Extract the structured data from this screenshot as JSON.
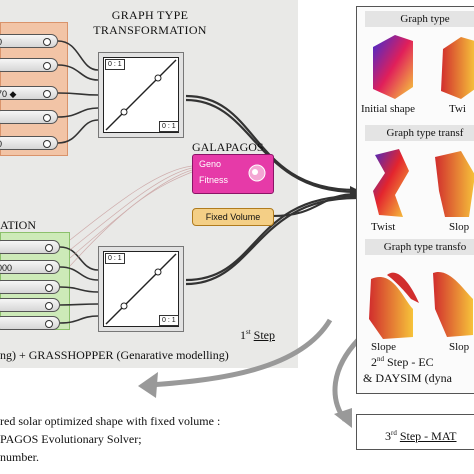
{
  "canvas": {
    "graph_type_title_line1": "GRAPH TYPE",
    "graph_type_title_line2": "TRANSFORMATION",
    "orange_sliders": [
      "0",
      "",
      "70 ◆",
      "",
      "0"
    ],
    "green_group_heading": "ATION",
    "green_sliders": [
      "",
      "000",
      "",
      "",
      ""
    ],
    "graph_top_label": "0 : 1",
    "graph_bottom_label": "0 : 1",
    "galapagos_title": "GALAPAGOS",
    "galapagos_genome": "Geno",
    "galapagos_fitness": "Fitness",
    "fixed_volume_label": "Fixed Volume",
    "step1_number": "1",
    "step1_superscript": "st",
    "step1_word": "Step",
    "bottom_caption": "ng) + GRASSHOPPER (Genarative modelling)"
  },
  "right_panel": {
    "section1_header": "Graph type",
    "section1_captions": [
      "Initial shape",
      "Twi"
    ],
    "section2_header": "Graph type transf",
    "section2_captions": [
      "Twist",
      "Slop"
    ],
    "section3_header": "Graph type transfo",
    "section3_captions": [
      "Slope",
      "Slop"
    ],
    "step2_number": "2",
    "step2_superscript": "nd",
    "step2_text": "Step - EC",
    "step2_line2": "& DAYSIM (dyna"
  },
  "bottom_notes": {
    "line1": "red solar optimized shape with fixed volume :",
    "line2": "PAGOS  Evolutionary Solver;",
    "line3": "number."
  },
  "step3": {
    "number": "3",
    "superscript": "rd",
    "text": "Step - MAT"
  },
  "colors": {
    "galapagos": "#e63aa8",
    "fixed_volume": "#f4cf86",
    "orange_group": "#f2c4a6",
    "green_group": "#cdeab8"
  }
}
